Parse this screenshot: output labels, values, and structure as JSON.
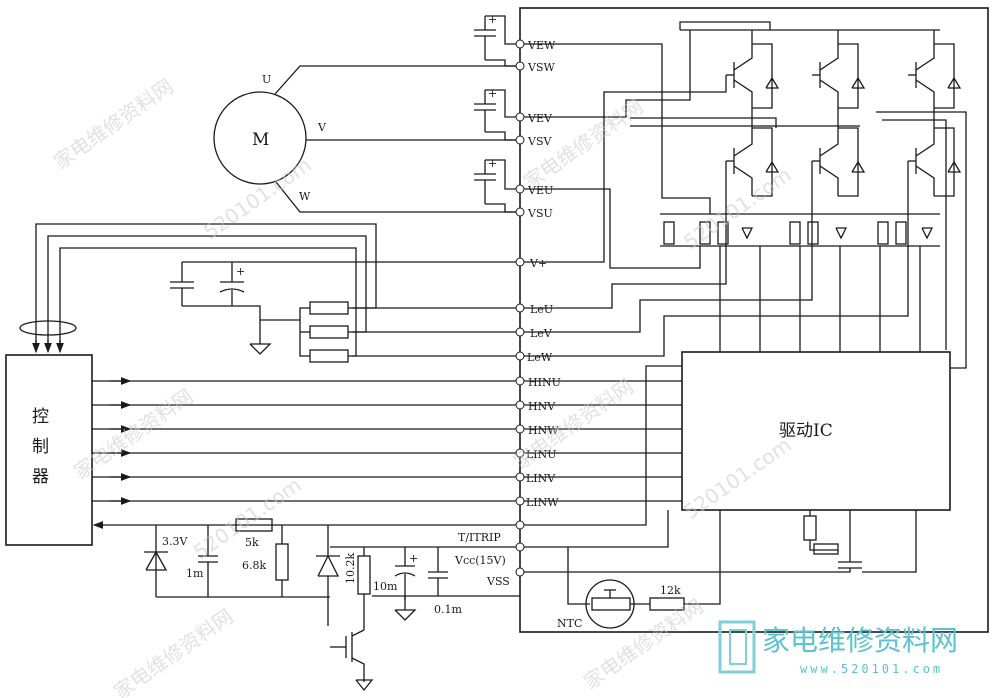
{
  "motor": {
    "label": "M",
    "phase_u": "U",
    "phase_v": "V",
    "phase_w": "W"
  },
  "controller": {
    "label_chars": [
      "控",
      "制",
      "器"
    ]
  },
  "driver_ic": {
    "label": "驱动IC"
  },
  "module_pins": [
    "VEW",
    "VSW",
    "VEV",
    "VSV",
    "VEU",
    "VSU",
    "V+",
    "LeU",
    "LeV",
    "LeW",
    "HINU",
    "HNV",
    "HNW",
    "LINU",
    "LINV",
    "LINW",
    "T/ITRIP",
    "Vcc(15V)",
    "VSS"
  ],
  "components": {
    "zener": "3.3V",
    "cap_1": "1m",
    "res_series": "5k",
    "res_pulldown": "6.8k",
    "res_vertical": "10.2k",
    "cap_10m": "10m",
    "cap_01m": "0.1m",
    "ntc": "NTC",
    "res_ntc": "12k"
  },
  "watermark": {
    "diag_text_a": "家电维修资料网",
    "diag_text_b": "520101.com",
    "brand_title": "家电维修资料网",
    "brand_url": "www.520101.com"
  }
}
